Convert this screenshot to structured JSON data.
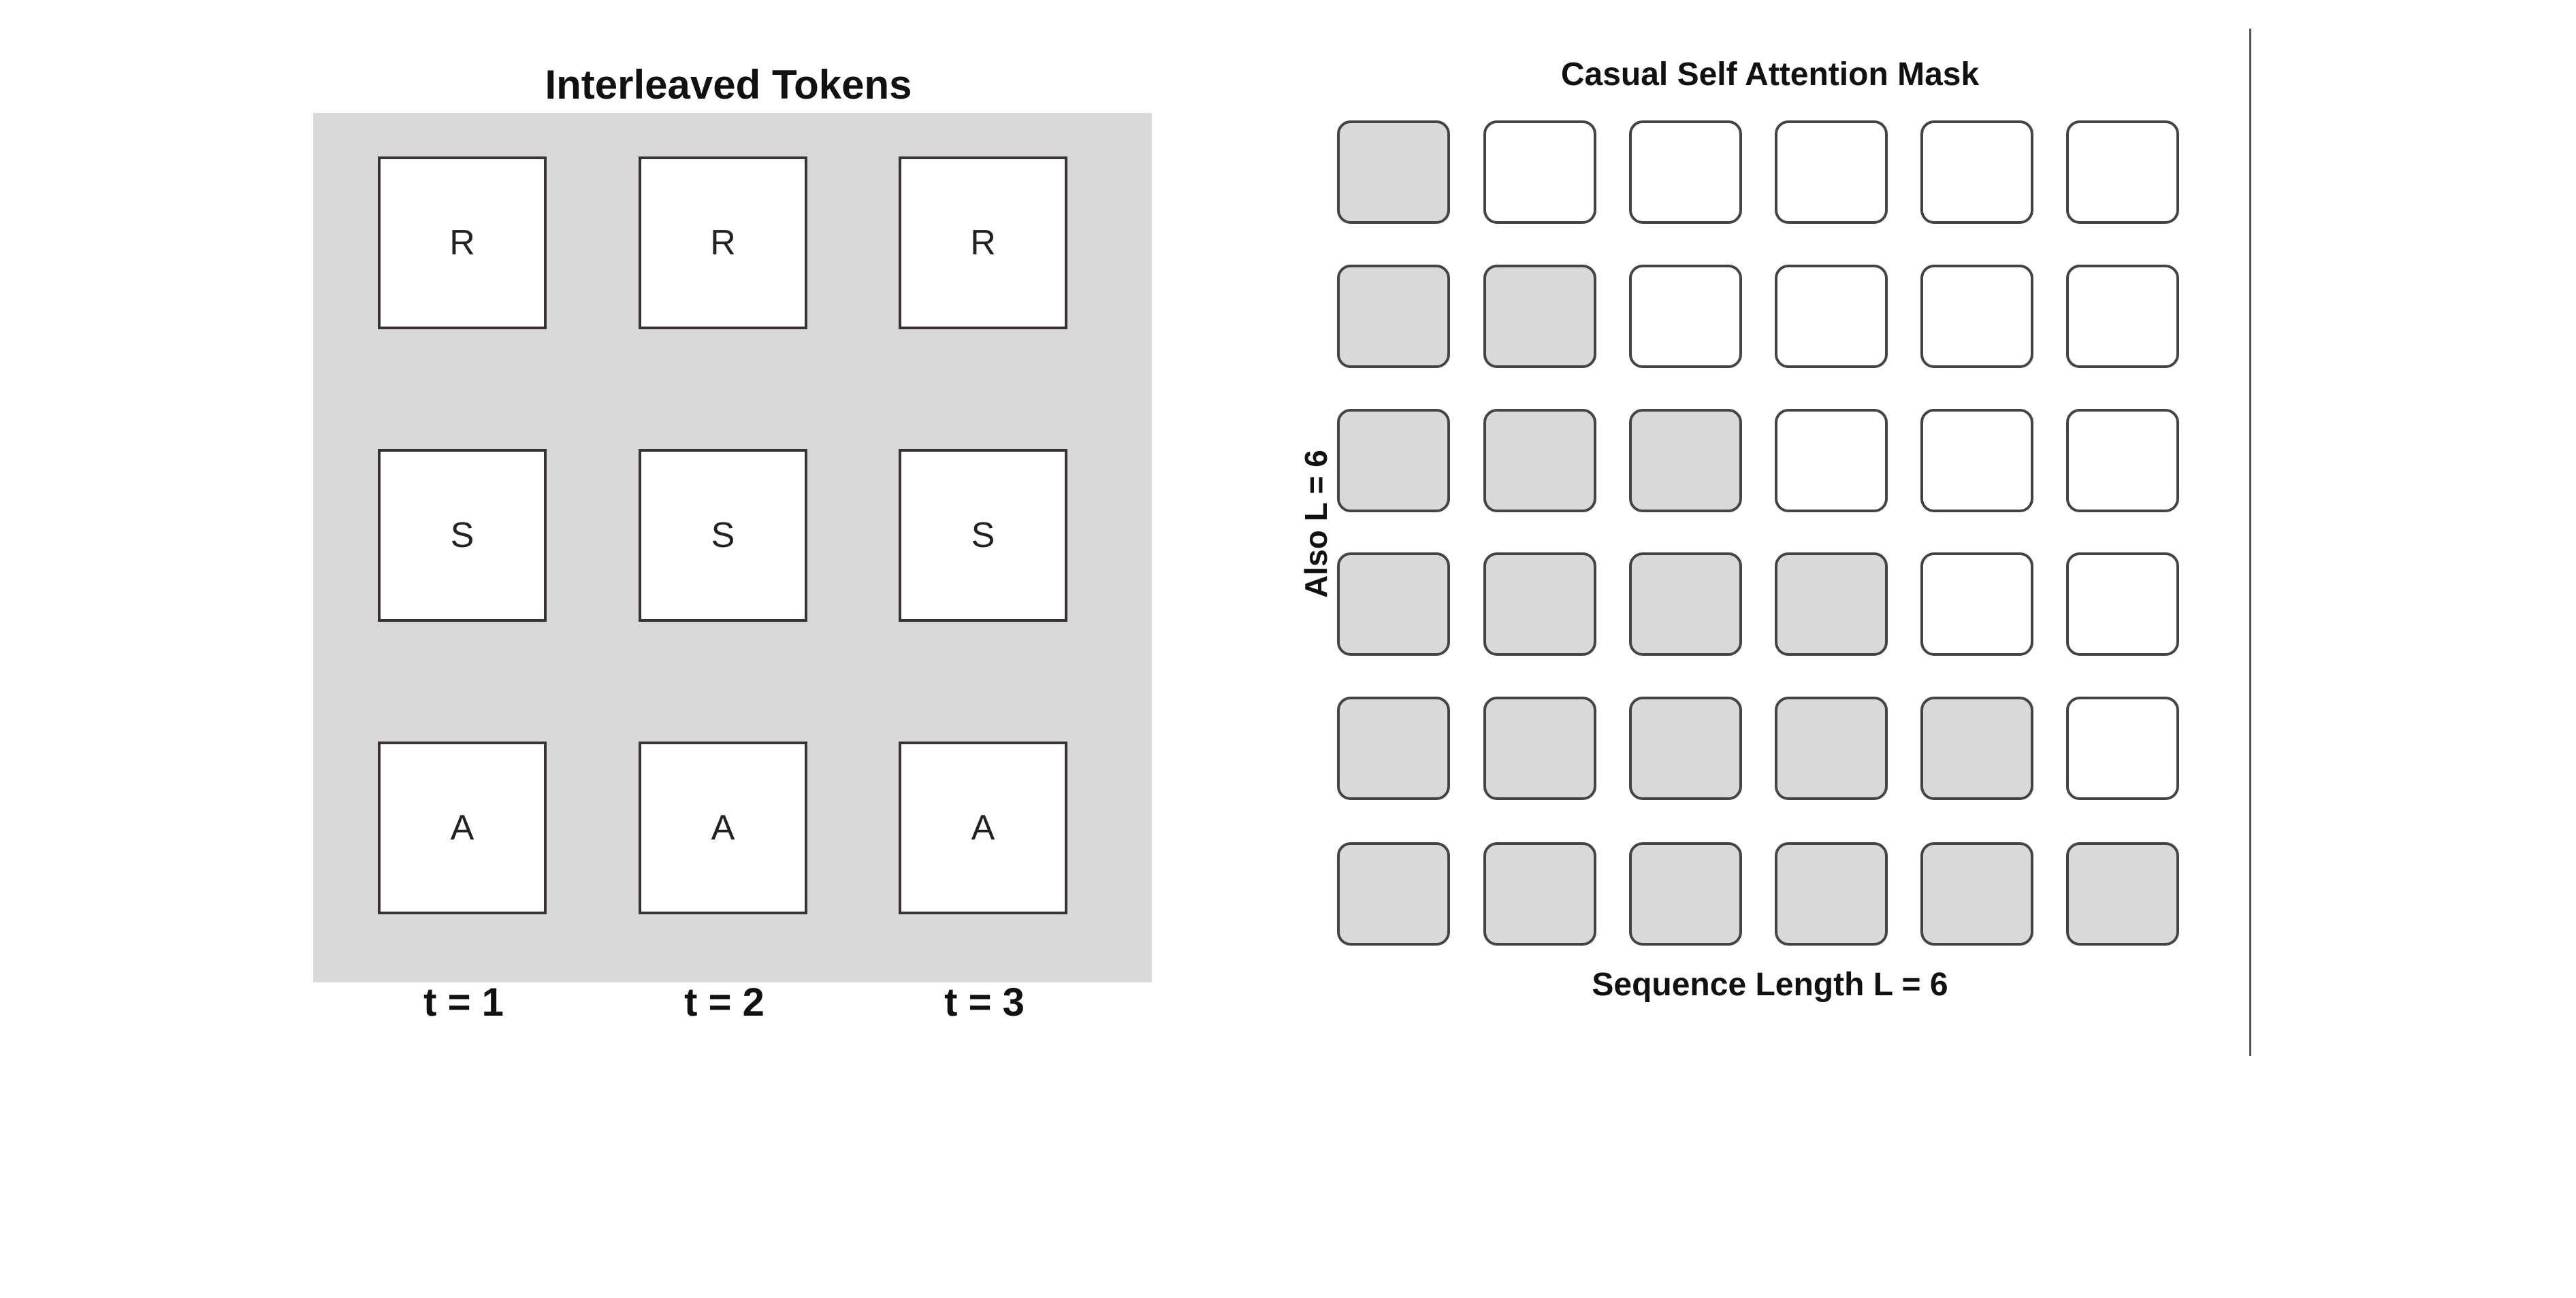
{
  "left_diagram": {
    "title": "Interleaved Tokens",
    "rows": [
      "R",
      "S",
      "A"
    ],
    "columns": [
      "t = 1",
      "t = 2",
      "t = 3"
    ]
  },
  "right_diagram": {
    "title": "Casual Self Attention Mask",
    "x_label": "Sequence Length L = 6",
    "y_label": "Also L = 6",
    "size": 6,
    "mask": [
      [
        1,
        0,
        0,
        0,
        0,
        0
      ],
      [
        1,
        1,
        0,
        0,
        0,
        0
      ],
      [
        1,
        1,
        1,
        0,
        0,
        0
      ],
      [
        1,
        1,
        1,
        1,
        0,
        0
      ],
      [
        1,
        1,
        1,
        1,
        1,
        0
      ],
      [
        1,
        1,
        1,
        1,
        1,
        1
      ]
    ]
  },
  "colors": {
    "panel": "#d9d9d9",
    "filled": "#d9d9d9",
    "empty": "#ffffff",
    "border": "#3a3232"
  }
}
